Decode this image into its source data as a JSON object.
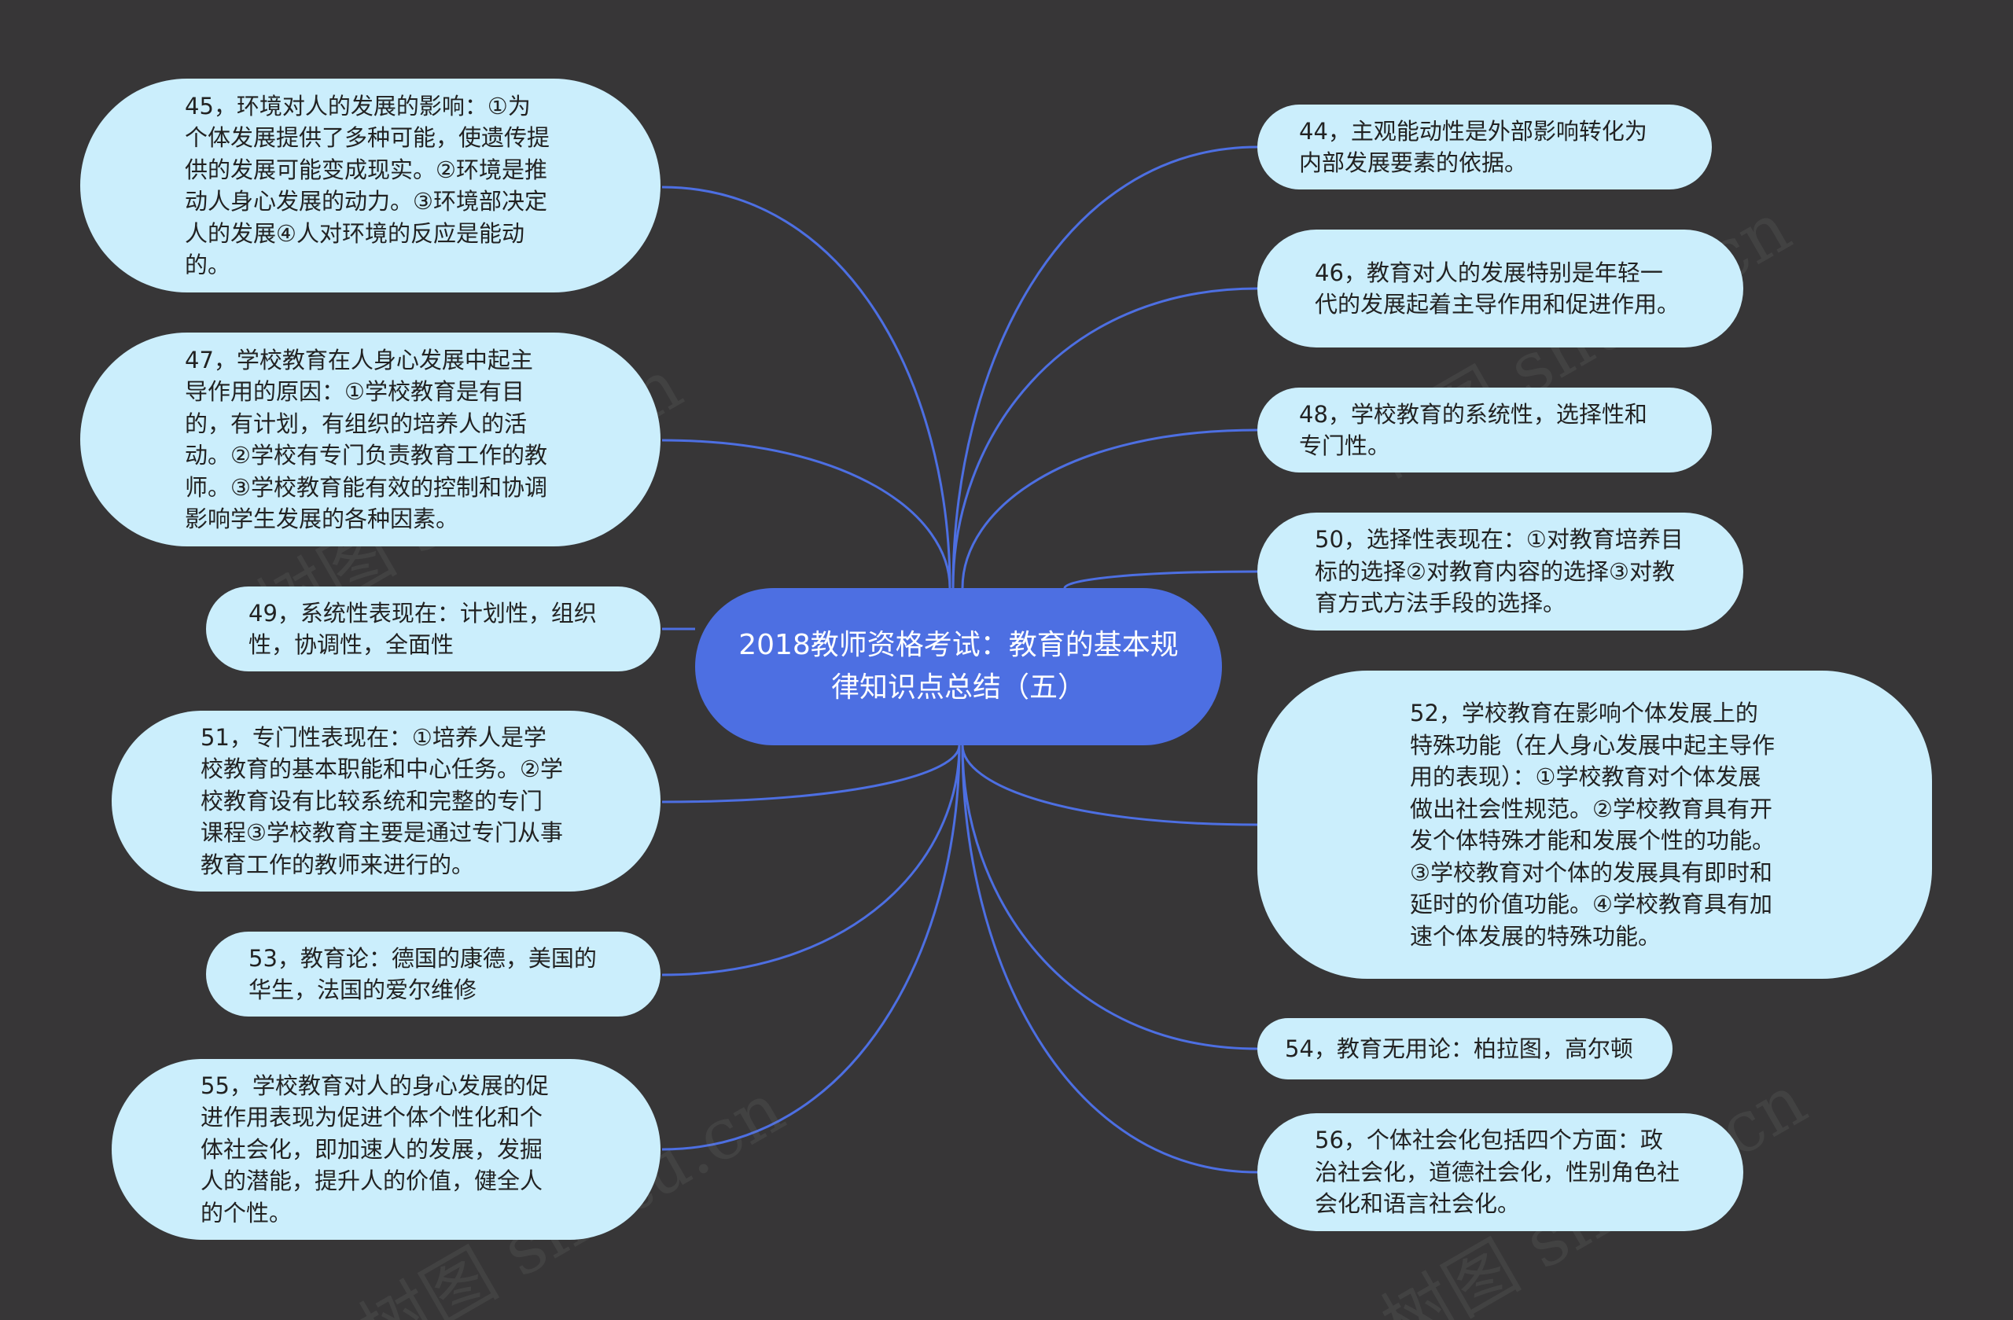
{
  "center": {
    "title": "2018教师资格考试：教育的基本规律知识点总结（五）"
  },
  "nodes": {
    "n45": "45，环境对人的发展的影响：①为个体发展提供了多种可能，使遗传提供的发展可能变成现实。②环境是推动人身心发展的动力。③环境部决定人的发展④人对环境的反应是能动的。",
    "n47": "47，学校教育在人身心发展中起主导作用的原因：①学校教育是有目的，有计划，有组织的培养人的活动。②学校有专门负责教育工作的教师。③学校教育能有效的控制和协调影响学生发展的各种因素。",
    "n49": "49，系统性表现在：计划性，组织性，协调性，全面性",
    "n51": "51，专门性表现在：①培养人是学校教育的基本职能和中心任务。②学校教育设有比较系统和完整的专门课程③学校教育主要是通过专门从事教育工作的教师来进行的。",
    "n53": "53，教育论：德国的康德，美国的华生，法国的爱尔维修",
    "n55": "55，学校教育对人的身心发展的促进作用表现为促进个体个性化和个体社会化，即加速人的发展，发掘人的潜能，提升人的价值，健全人的个性。",
    "n44": "44，主观能动性是外部影响转化为内部发展要素的依据。",
    "n46": "46，教育对人的发展特别是年轻一代的发展起着主导作用和促进作用。",
    "n48": "48，学校教育的系统性，选择性和专门性。",
    "n50": "50，选择性表现在：①对教育培养目标的选择②对教育内容的选择③对教育方式方法手段的选择。",
    "n52": "52，学校教育在影响个体发展上的特殊功能（在人身心发展中起主导作用的表现）：①学校教育对个体发展做出社会性规范。②学校教育具有开发个体特殊才能和发展个性的功能。③学校教育对个体的发展具有即时和延时的价值功能。④学校教育具有加速个体发展的特殊功能。",
    "n54": "54，教育无用论：柏拉图，高尔顿",
    "n56": "56，个体社会化包括四个方面：政治社会化，道德社会化，性别角色社会化和语言社会化。"
  },
  "colors": {
    "background": "#373637",
    "node_fill": "#cbeefc",
    "center_fill": "#4d6fe2",
    "link": "#4d6fe2"
  },
  "watermark": "树图 shutu.cn"
}
